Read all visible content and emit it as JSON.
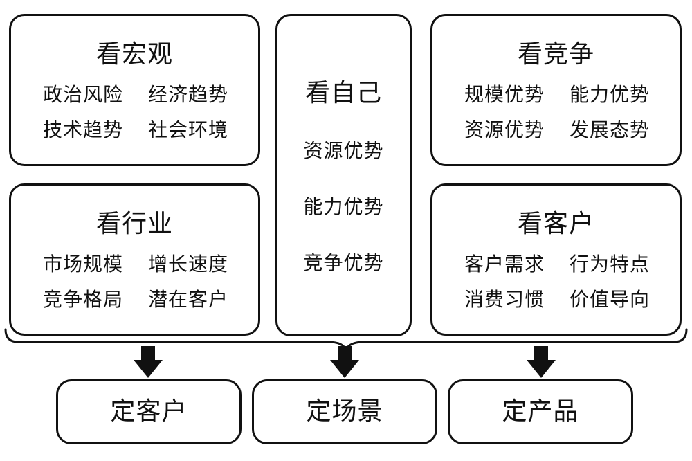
{
  "boxes": {
    "macro": {
      "title": "看宏观",
      "items": [
        "政治风险",
        "经济趋势",
        "技术趋势",
        "社会环境"
      ]
    },
    "industry": {
      "title": "看行业",
      "items": [
        "市场规模",
        "增长速度",
        "竞争格局",
        "潜在客户"
      ]
    },
    "self": {
      "title": "看自己",
      "items": [
        "资源优势",
        "能力优势",
        "竞争优势"
      ]
    },
    "competition": {
      "title": "看竞争",
      "items": [
        "规模优势",
        "能力优势",
        "资源优势",
        "发展态势"
      ]
    },
    "customer": {
      "title": "看客户",
      "items": [
        "客户需求",
        "行为特点",
        "消费习惯",
        "价值导向"
      ]
    }
  },
  "outputs": [
    "定客户",
    "定场景",
    "定产品"
  ],
  "colors": {
    "stroke": "#111111",
    "background": "#ffffff"
  },
  "icons": [
    "brace",
    "down-arrow-icon",
    "down-arrow-icon",
    "down-arrow-icon"
  ]
}
